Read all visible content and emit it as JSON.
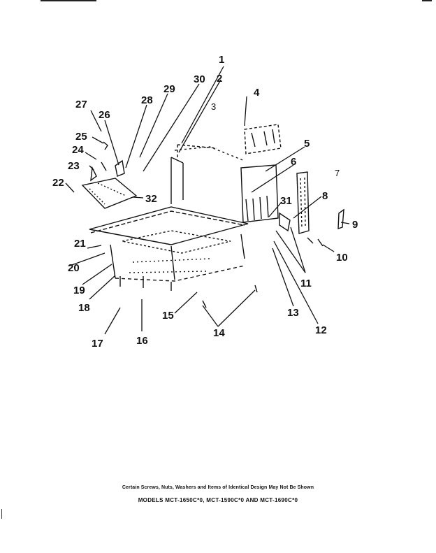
{
  "callouts": [
    "1",
    "2",
    "3",
    "4",
    "5",
    "6",
    "7",
    "8",
    "9",
    "10",
    "11",
    "12",
    "13",
    "14",
    "15",
    "16",
    "17",
    "18",
    "19",
    "20",
    "21",
    "22",
    "23",
    "24",
    "25",
    "26",
    "27",
    "28",
    "29",
    "30",
    "31",
    "32"
  ],
  "footer": {
    "disclaimer": "Certain Screws, Nuts, Washers and Items of Identical Design May Not Be Shown",
    "models": "MODELS MCT-1650C*0, MCT-1590C*0 AND MCT-1690C*0"
  }
}
